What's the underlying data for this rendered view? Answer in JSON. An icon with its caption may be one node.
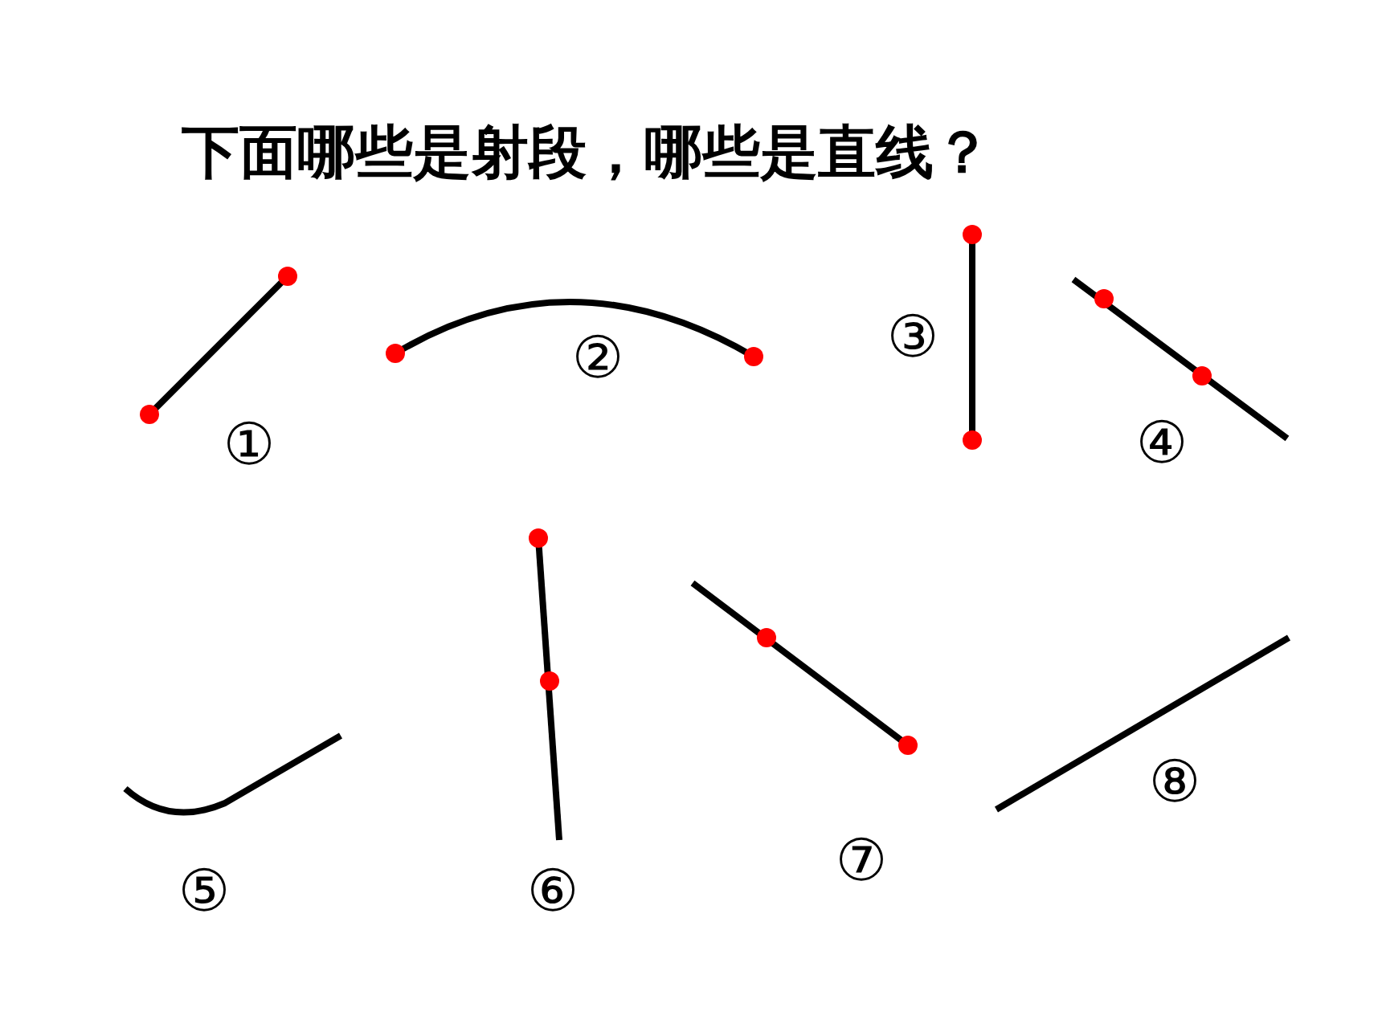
{
  "diagram": {
    "title": "下面哪些是射段，哪些是直线？",
    "labels": [
      "①",
      "②",
      "③",
      "④",
      "⑤",
      "⑥",
      "⑦",
      "⑧"
    ]
  }
}
